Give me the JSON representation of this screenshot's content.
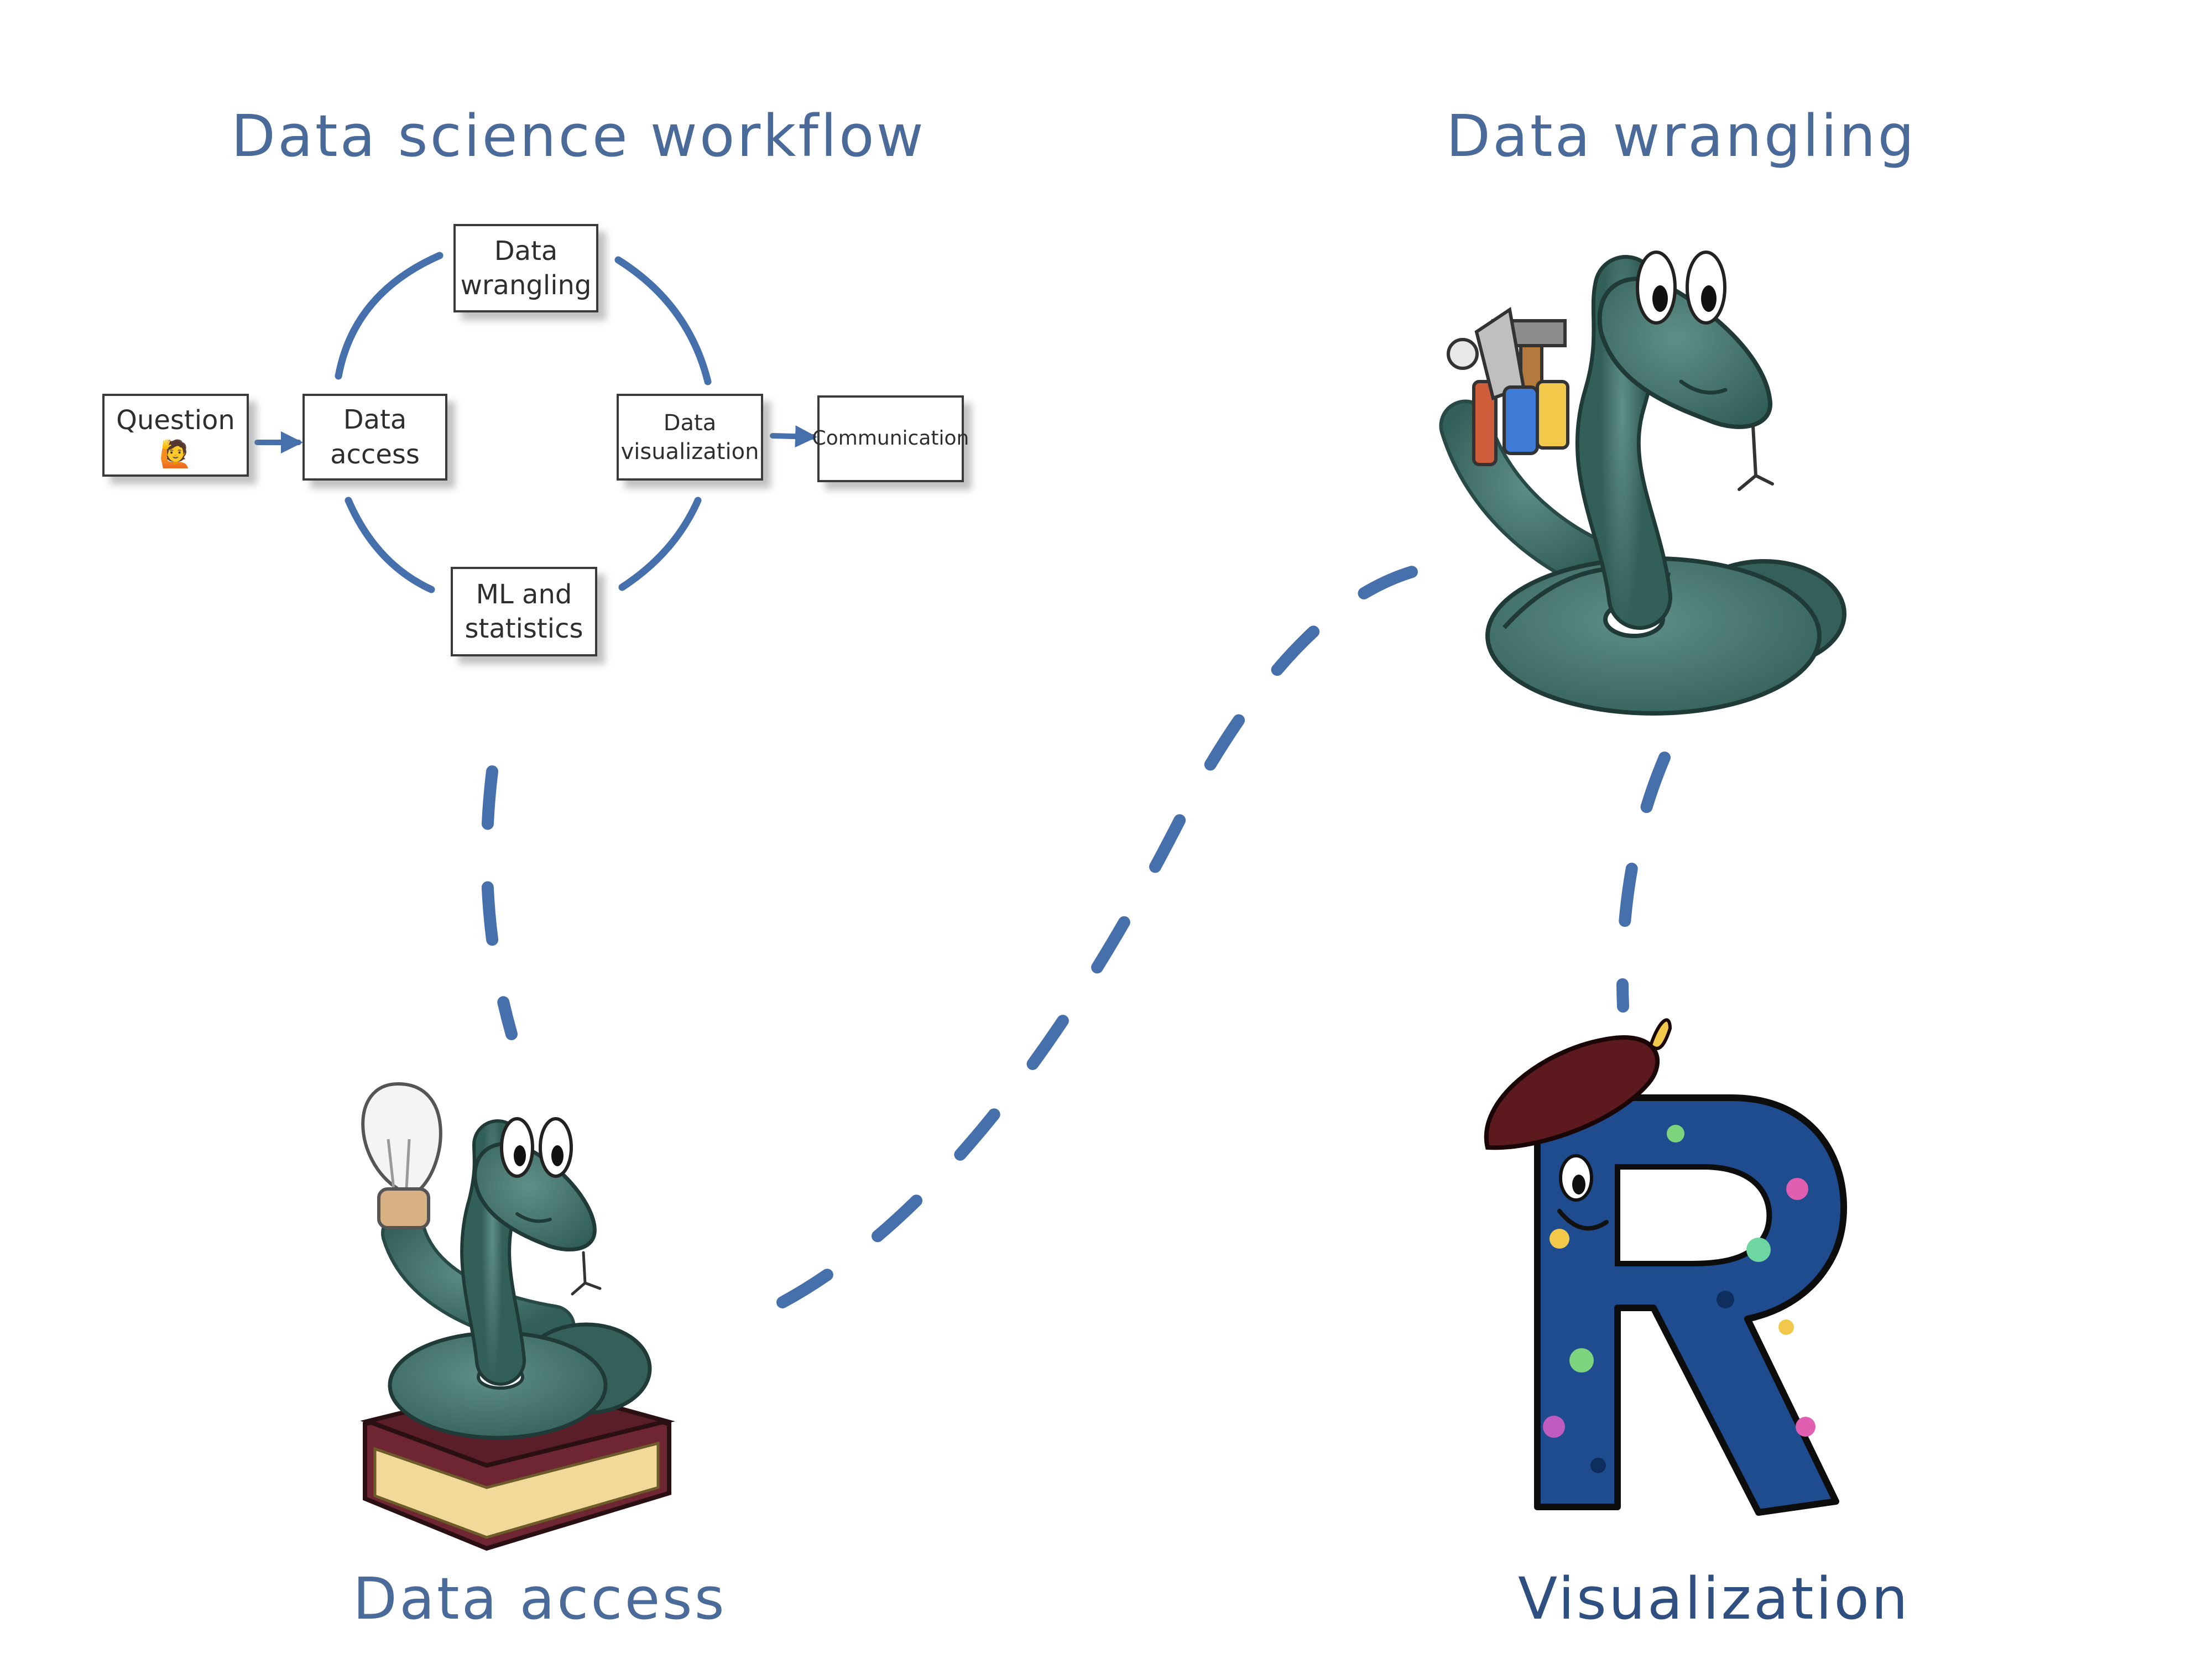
{
  "titles": {
    "workflow": "Data science workflow",
    "wrangling": "Data wrangling",
    "access": "Data access",
    "visualization": "Visualization"
  },
  "workflow": {
    "question": "Question",
    "question_emoji": "🙋",
    "data_wrangling": [
      "Data",
      "wrangling"
    ],
    "data_access": [
      "Data",
      "access"
    ],
    "data_visualization": [
      "Data",
      "visualization"
    ],
    "ml_statistics": [
      "ML and",
      "statistics"
    ],
    "communication": "Communication"
  },
  "icons": {
    "wrangling_mascot": "snake-with-tools-icon",
    "access_mascot": "snake-with-lightbulb-on-book-icon",
    "visualization_mascot": "r-letter-with-beret-icon"
  },
  "colors": {
    "accent": "#4670ac",
    "title": "#4a6a9a",
    "snake": "#3f6f69",
    "snake_dark": "#274a46",
    "book_cover": "#6e2632",
    "book_pages": "#f2d99a",
    "r_body": "#1f4c8e",
    "beret": "#5c1a1f"
  }
}
